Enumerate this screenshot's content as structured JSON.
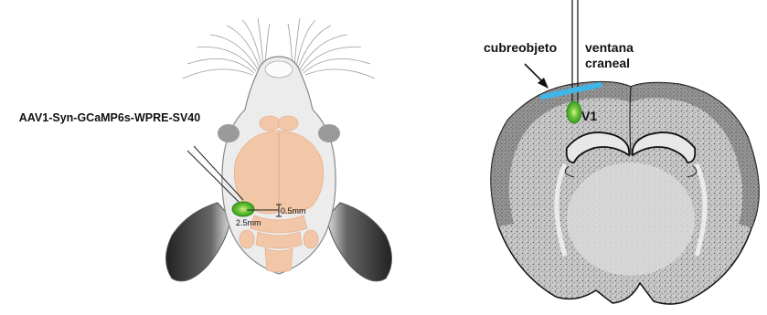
{
  "left_panel": {
    "virus_label": "AAV1-Syn-GCaMP6s-WPRE-SV40",
    "distance_y": "0.5mm",
    "distance_x": "2.5mm"
  },
  "right_panel": {
    "coverslip_label": "cubreobjeto",
    "window_label_line1": "ventana",
    "window_label_line2": "craneal",
    "region_label": "V1"
  },
  "colors": {
    "brain": "#f2c7a8",
    "injection": "#4dbf2a",
    "coverslip": "#3fb6e8",
    "ear": "#333333"
  }
}
